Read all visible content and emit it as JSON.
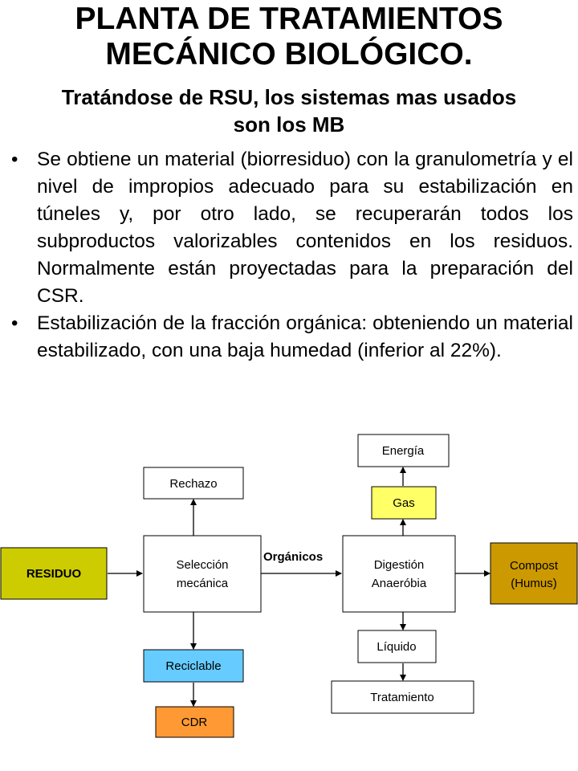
{
  "title": {
    "line1": "PLANTA DE TRATAMIENTOS",
    "line2": "MECÁNICO BIOLÓGICO."
  },
  "subtitle": {
    "line1": "Tratándose de RSU, los sistemas mas usados",
    "line2": "son los MB"
  },
  "bullets": [
    "Se obtiene un material (biorresiduo) con la granulometría y el nivel de impropios adecuado para su estabilización en túneles y, por otro lado, se recuperarán todos los subproductos valorizables contenidos en los residuos. Normalmente están proyectadas para la preparación del CSR.",
    "Estabilización de la fracción orgánica: obteniendo un material estabilizado, con una baja humedad (inferior al 22%)."
  ],
  "bullet_symbol": "•",
  "diagram": {
    "nodes": {
      "residuo": "RESIDUO",
      "rechazo": "Rechazo",
      "seleccion_line1": "Selección",
      "seleccion_line2": "mecánica",
      "reciclable": "Reciclable",
      "cdr": "CDR",
      "energia": "Energía",
      "gas": "Gas",
      "digestion_line1": "Digestión",
      "digestion_line2": "Anaeróbia",
      "liquido": "Líquido",
      "tratamiento": "Tratamiento",
      "compost_line1": "Compost",
      "compost_line2": "(Humus)"
    },
    "edge_labels": {
      "organicos": "Orgánicos"
    },
    "colors": {
      "residuo": "#cccc00",
      "gas": "#ffff66",
      "reciclable": "#66ccff",
      "cdr": "#ff9933",
      "compost": "#cc9900",
      "default": "#ffffff"
    }
  }
}
